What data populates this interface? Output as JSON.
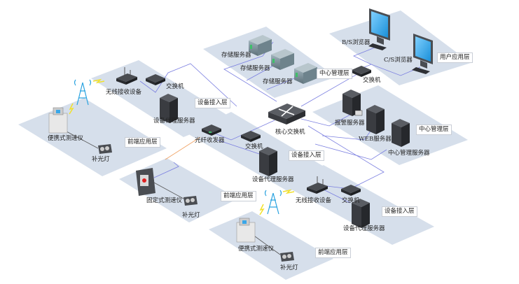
{
  "diagram": {
    "type": "network-topology",
    "colors": {
      "zone_fill": "#d6dfeb",
      "link_line": "#7b7fe0",
      "fiber_line": "#f0a060",
      "device_dark": "#3c3f45",
      "monitor_screen": "#3aa7e8",
      "tower": "#2aa3e0",
      "lightning": "#f2e12a"
    },
    "zones": {
      "user_app": {
        "layer_label": "用户应用层",
        "devices": [
          "B/S浏览器",
          "C/S浏览器"
        ]
      },
      "center_storage": {
        "layer_label": "中心管理层",
        "devices": [
          "存储服务器",
          "存储服务器",
          "存储服务器"
        ]
      },
      "center_switch": {
        "device": "交换机"
      },
      "center_servers": {
        "layer_label": "中心管理层",
        "devices": [
          "报警服务器",
          "WEB服务器",
          "中心管理服务器"
        ]
      },
      "core": {
        "device": "核心交换机"
      },
      "access_1": {
        "layer_label": "设备接入层",
        "devices": [
          "无线接收设备",
          "交换机",
          "设备代理服务器"
        ]
      },
      "access_2": {
        "layer_label": "设备接入层",
        "devices": [
          "光纤收发器",
          "交换机",
          "设备代理服务器"
        ]
      },
      "access_3": {
        "layer_label": "设备接入层",
        "devices": [
          "无线接收设备",
          "交换机",
          "设备代理服务器"
        ]
      },
      "front_1": {
        "layer_label": "前端应用层",
        "devices": [
          "便携式测速仪",
          "补光灯"
        ]
      },
      "front_2": {
        "layer_label": "前端应用层",
        "devices": [
          "固定式测速仪",
          "补光灯"
        ]
      },
      "front_3": {
        "layer_label": "前端应用层",
        "devices": [
          "便携式测速仪",
          "补光灯"
        ]
      }
    }
  }
}
